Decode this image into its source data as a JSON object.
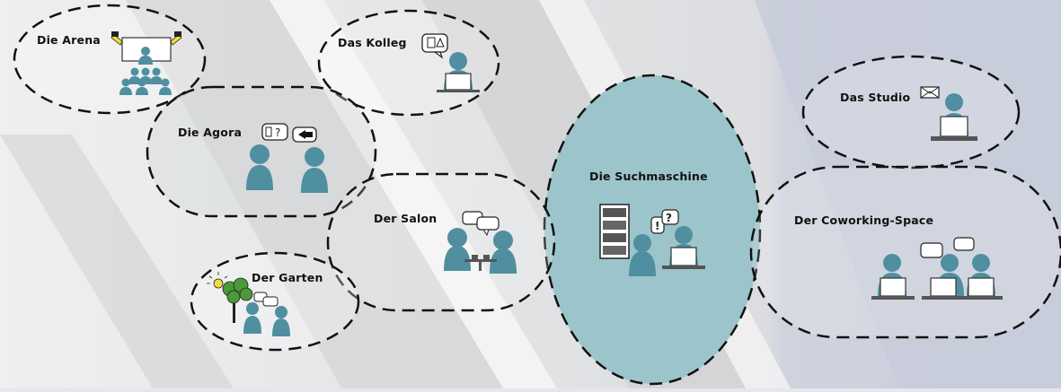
{
  "colors": {
    "person": "#4f8fa0",
    "search_engine_fill": "#9cc4cb",
    "dash": "#111111",
    "tree": "#4a9a3a",
    "lamp": "#f2de3a"
  },
  "spaces": {
    "arena": "Die Arena",
    "kolleg": "Das Kolleg",
    "agora": "Die Agora",
    "studio": "Das Studio",
    "salon": "Der Salon",
    "suchmaschine": "Die Suchmaschine",
    "coworking": "Der Coworking-Space",
    "garten": "Der Garten"
  },
  "glyphs": {
    "question": "?",
    "exclaim": "!"
  }
}
